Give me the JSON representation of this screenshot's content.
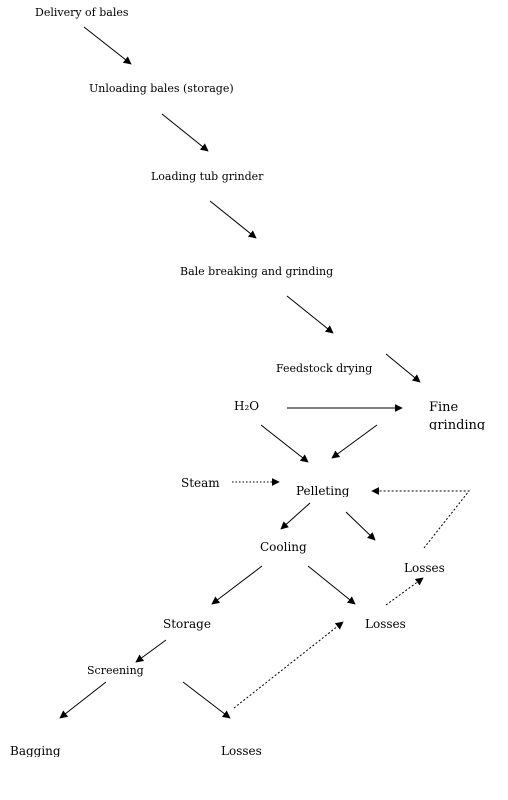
{
  "nodes": {
    "delivery": "Delivery of bales",
    "unloading": "Unloading bales (storage)",
    "loading": "Loading tub grinder",
    "bale_breaking": "Bale breaking and grinding",
    "feedstock_drying": "Feedstock drying",
    "h2o": "H₂O",
    "fine_grinding_1": "Fine",
    "fine_grinding_2": "grinding",
    "steam": "Steam",
    "pelleting": "Pelleting",
    "cooling": "Cooling",
    "losses_pellet": "Losses",
    "losses_cool": "Losses",
    "storage": "Storage",
    "screening": "Screening",
    "bagging": "Bagging",
    "losses_screen": "Losses"
  },
  "colors": {
    "line": "#000000",
    "background": "#ffffff"
  }
}
